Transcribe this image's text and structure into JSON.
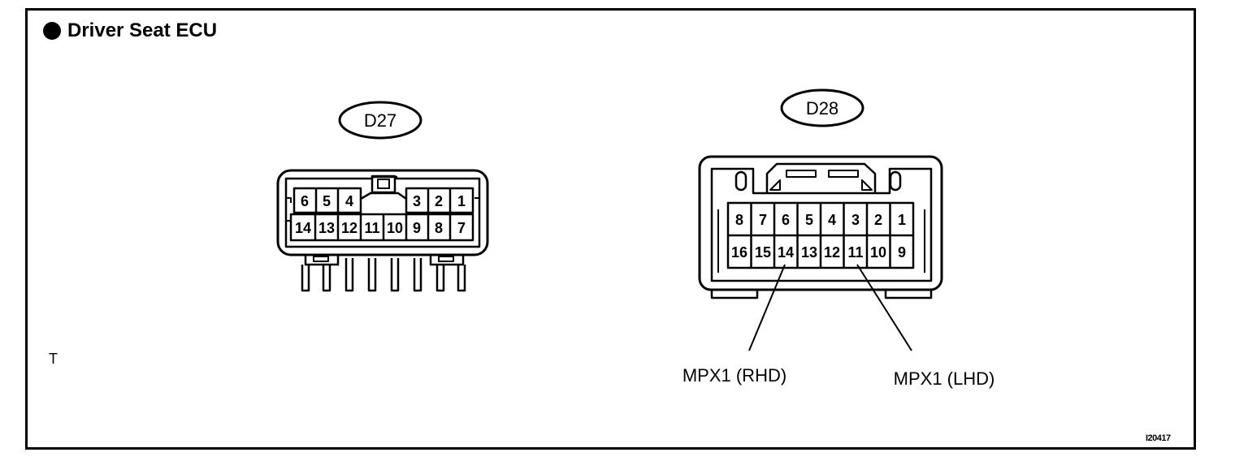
{
  "title": "Driver Seat ECU",
  "t_mark": "T",
  "figure_code": "I20417",
  "connectors": [
    {
      "name": "D27",
      "row1": [
        "6",
        "5",
        "4",
        "3",
        "2",
        "1"
      ],
      "row2": [
        "14",
        "13",
        "12",
        "11",
        "10",
        "9",
        "8",
        "7"
      ]
    },
    {
      "name": "D28",
      "row1": [
        "8",
        "7",
        "6",
        "5",
        "4",
        "3",
        "2",
        "1"
      ],
      "row2": [
        "16",
        "15",
        "14",
        "13",
        "12",
        "11",
        "10",
        "9"
      ]
    }
  ],
  "callouts": {
    "rhd": "MPX1 (RHD)",
    "lhd": "MPX1 (LHD)"
  }
}
